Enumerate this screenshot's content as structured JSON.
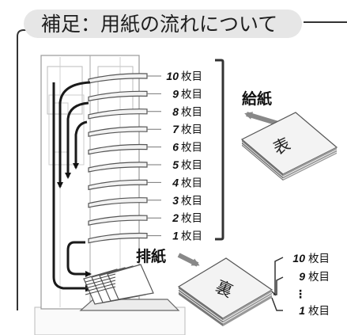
{
  "title": "補足：用紙の流れについて",
  "trays": [
    {
      "num": "10",
      "unit": "枚目"
    },
    {
      "num": "9",
      "unit": "枚目"
    },
    {
      "num": "8",
      "unit": "枚目"
    },
    {
      "num": "7",
      "unit": "枚目"
    },
    {
      "num": "6",
      "unit": "枚目"
    },
    {
      "num": "5",
      "unit": "枚目"
    },
    {
      "num": "4",
      "unit": "枚目"
    },
    {
      "num": "3",
      "unit": "枚目"
    },
    {
      "num": "2",
      "unit": "枚目"
    },
    {
      "num": "1",
      "unit": "枚目"
    }
  ],
  "feed_label": "給紙",
  "eject_label": "排紙",
  "feed_stack_label": "表",
  "eject_stack_label": "裏",
  "output_order": {
    "top": {
      "num": "10",
      "unit": "枚目"
    },
    "second": {
      "num": "9",
      "unit": "枚目"
    },
    "dots": "⋮",
    "bottom": {
      "num": "1",
      "unit": "枚目"
    }
  }
}
